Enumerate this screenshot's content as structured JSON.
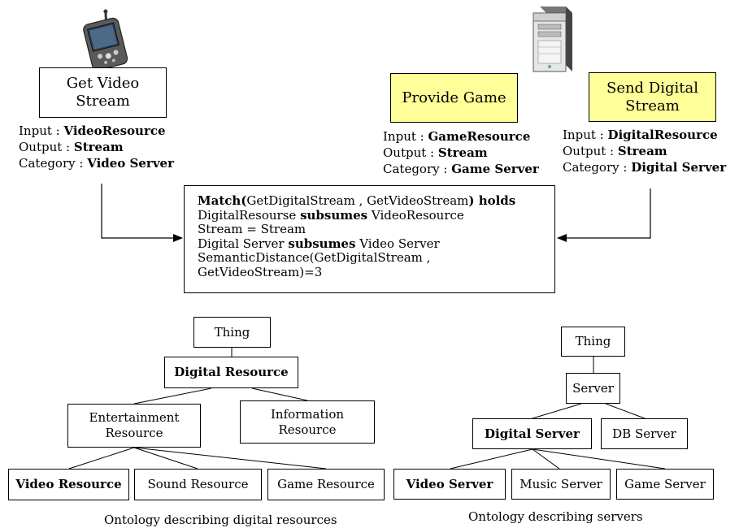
{
  "services": {
    "video": {
      "title_line1": "Get Video",
      "title_line2": "Stream",
      "input_label": "Input : ",
      "input_value": "VideoResource",
      "output_label": "Output : ",
      "output_value": "Stream",
      "category_label": "Category : ",
      "category_value": "Video Server"
    },
    "game": {
      "title": "Provide Game",
      "input_label": "Input : ",
      "input_value": "GameResource",
      "output_label": "Output : ",
      "output_value": "Stream",
      "category_label": "Category : ",
      "category_value": "Game Server"
    },
    "digital": {
      "title_line1": "Send Digital",
      "title_line2": "Stream",
      "input_label": "Input : ",
      "input_value": "DigitalResource",
      "output_label": "Output : ",
      "output_value": "Stream",
      "category_label": "Category : ",
      "category_value": "Digital Server"
    }
  },
  "match": {
    "line1_bold_a": "Match(",
    "line1_text": "GetDigitalStream , GetVideoStream",
    "line1_bold_b": ") holds",
    "line2_a": "DigitalResourse ",
    "line2_bold": "subsumes",
    "line2_b": " VideoResource",
    "line3": "Stream = Stream",
    "line4_a": "Digital Server ",
    "line4_bold": "subsumes",
    "line4_b": " Video Server",
    "line5": "SemanticDistance(GetDigitalStream ,",
    "line6": "GetVideoStream)=3"
  },
  "resource_ontology": {
    "thing": "Thing",
    "digital_resource": "Digital Resource",
    "entertainment_line1": "Entertainment",
    "entertainment_line2": "Resource",
    "information_line1": "Information",
    "information_line2": "Resource",
    "video_resource": "Video Resource",
    "sound_resource": "Sound Resource",
    "game_resource": "Game Resource",
    "caption": "Ontology describing digital resources"
  },
  "server_ontology": {
    "thing": "Thing",
    "server": "Server",
    "digital_server": "Digital Server",
    "db_server": "DB Server",
    "video_server": "Video Server",
    "music_server": "Music Server",
    "game_server": "Game Server",
    "caption": "Ontology describing servers"
  },
  "icons": [
    "pda-device-icon",
    "server-tower-icon"
  ],
  "colors": {
    "service_highlight": "#ffff99",
    "line": "#000000"
  }
}
